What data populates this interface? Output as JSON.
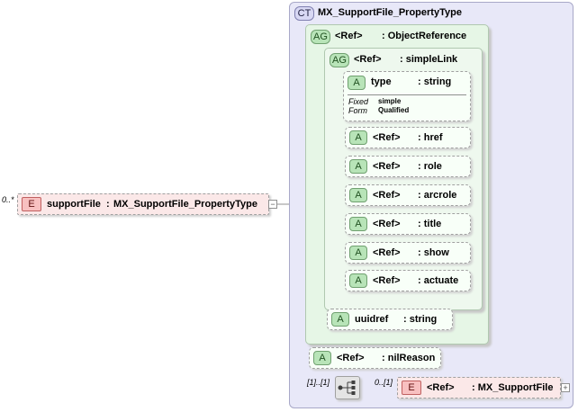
{
  "root": {
    "occurrence": "0..*",
    "badge": "E",
    "name": "supportFile",
    "type_sep": ":",
    "type": "MX_SupportFile_PropertyType",
    "toggle": "−"
  },
  "complex_type": {
    "badge": "CT",
    "name": "MX_SupportFile_PropertyType"
  },
  "object_reference": {
    "badge": "AG",
    "ref": "<Ref>",
    "type": ": ObjectReference"
  },
  "simple_link": {
    "badge": "AG",
    "ref": "<Ref>",
    "type": ": simpleLink",
    "type_attr": {
      "badge": "A",
      "name": "type",
      "type": ": string",
      "fixed_label": "Fixed",
      "fixed_value": "simple",
      "form_label": "Form",
      "form_value": "Qualified"
    },
    "refs": [
      {
        "badge": "A",
        "ref": "<Ref>",
        "name": ": href"
      },
      {
        "badge": "A",
        "ref": "<Ref>",
        "name": ": role"
      },
      {
        "badge": "A",
        "ref": "<Ref>",
        "name": ": arcrole"
      },
      {
        "badge": "A",
        "ref": "<Ref>",
        "name": ": title"
      },
      {
        "badge": "A",
        "ref": "<Ref>",
        "name": ": show"
      },
      {
        "badge": "A",
        "ref": "<Ref>",
        "name": ": actuate"
      }
    ]
  },
  "uuidref": {
    "badge": "A",
    "name": "uuidref",
    "type": ": string"
  },
  "nil_reason": {
    "badge": "A",
    "ref": "<Ref>",
    "type": ": nilReason"
  },
  "sequence": {
    "occurrence": "[1]..[1]",
    "child_occurrence": "0..[1]",
    "child_badge": "E",
    "child_ref": "<Ref>",
    "child_type": ": MX_SupportFile",
    "child_toggle": "+"
  }
}
